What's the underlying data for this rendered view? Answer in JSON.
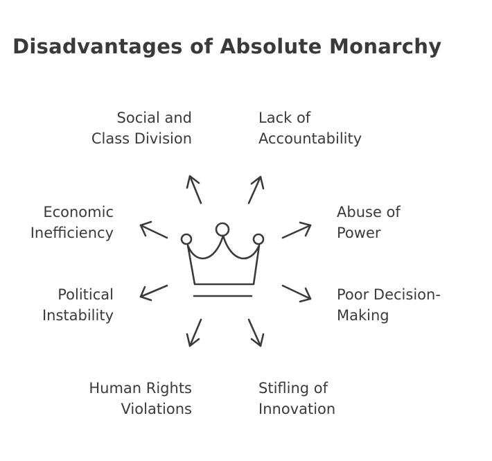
{
  "title": "Disadvantages of Absolute Monarchy",
  "center": {
    "icon": "crown-icon"
  },
  "items": [
    {
      "id": "social",
      "line1": "Social and",
      "line2": "Class Division"
    },
    {
      "id": "accountability",
      "line1": "Lack of",
      "line2": "Accountability"
    },
    {
      "id": "economic",
      "line1": "Economic",
      "line2": "Inefficiency"
    },
    {
      "id": "abuse",
      "line1": "Abuse of",
      "line2": "Power"
    },
    {
      "id": "political",
      "line1": "Political",
      "line2": "Instability"
    },
    {
      "id": "decision",
      "line1": "Poor Decision-",
      "line2": "Making"
    },
    {
      "id": "rights",
      "line1": "Human Rights",
      "line2": "Violations"
    },
    {
      "id": "innovation",
      "line1": "Stifling of",
      "line2": "Innovation"
    }
  ]
}
